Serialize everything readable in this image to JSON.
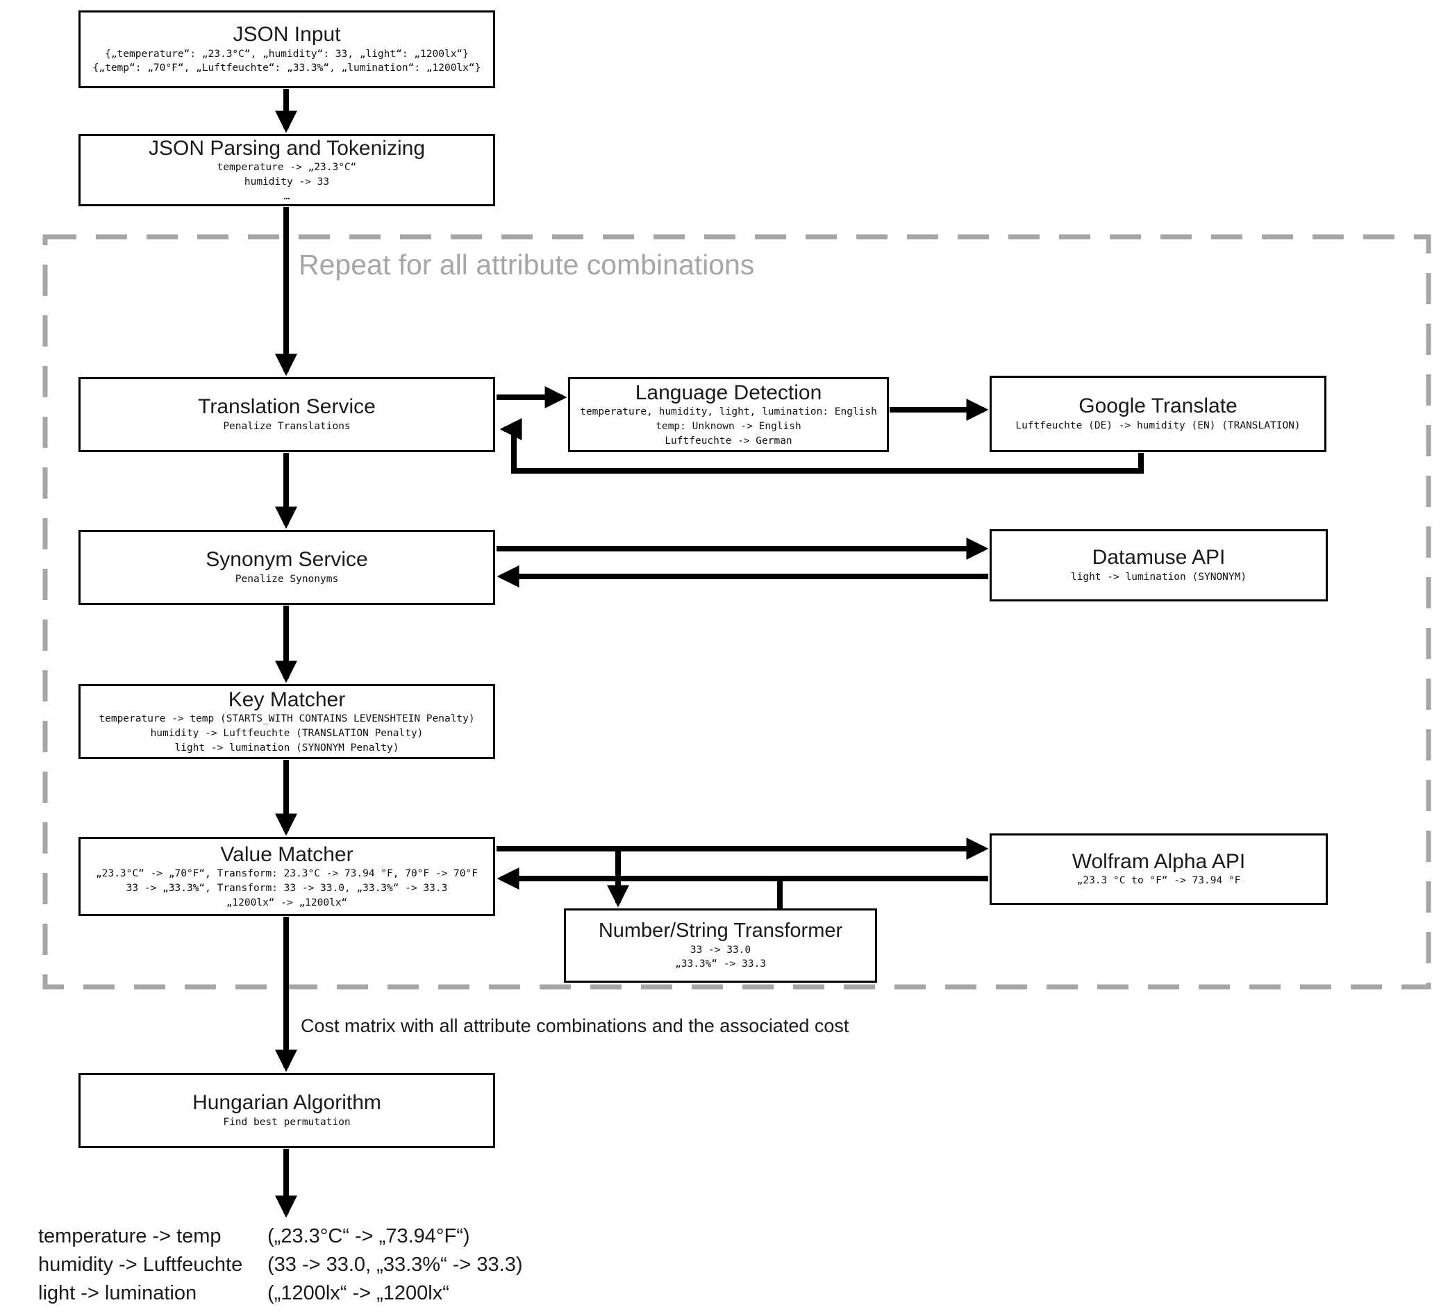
{
  "colors": {
    "box_border": "#000000",
    "box_background": "#ffffff",
    "text": "#1a1a1a",
    "arrow": "#000000",
    "container_border": "#a6a6a6",
    "container_label": "#a6a6a6"
  },
  "container_label": "Repeat for all attribute combinations",
  "boxes": {
    "json_input": {
      "title": "JSON Input",
      "lines": [
        "{„temperature“: „23.3°C“, „humidity“: 33, „light“: „1200lx“}",
        "{„temp“: „70°F“, „Luftfeuchte“: „33.3%“, „lumination“: „1200lx“}"
      ]
    },
    "json_parsing": {
      "title": "JSON Parsing and Tokenizing",
      "lines": [
        "temperature -> „23.3°C“",
        "humidity -> 33",
        "…"
      ]
    },
    "translation_service": {
      "title": "Translation Service",
      "lines": [
        "Penalize Translations"
      ]
    },
    "language_detection": {
      "title": "Language Detection",
      "lines": [
        "temperature, humidity, light, lumination: English",
        "temp: Unknown -> English",
        "Luftfeuchte -> German"
      ]
    },
    "google_translate": {
      "title": "Google Translate",
      "lines": [
        "Luftfeuchte (DE) -> humidity (EN) (TRANSLATION)"
      ]
    },
    "synonym_service": {
      "title": "Synonym Service",
      "lines": [
        "Penalize Synonyms"
      ]
    },
    "datamuse_api": {
      "title": "Datamuse API",
      "lines": [
        "light -> lumination (SYNONYM)"
      ]
    },
    "key_matcher": {
      "title": "Key Matcher",
      "lines": [
        "temperature -> temp (STARTS_WITH CONTAINS LEVENSHTEIN Penalty)",
        "humidity -> Luftfeuchte (TRANSLATION Penalty)",
        "light -> lumination (SYNONYM Penalty)"
      ]
    },
    "value_matcher": {
      "title": "Value Matcher",
      "lines": [
        "„23.3°C“ -> „70°F“, Transform: 23.3°C -> 73.94 °F, 70°F -> 70°F",
        "33 -> „33.3%“, Transform: 33 -> 33.0, „33.3%“ -> 33.3",
        "„1200lx“ -> „1200lx“"
      ]
    },
    "wolfram_alpha": {
      "title": "Wolfram Alpha API",
      "lines": [
        "„23.3 °C to °F“ -> 73.94 °F"
      ]
    },
    "number_string_transformer": {
      "title": "Number/String Transformer",
      "lines": [
        "33 -> 33.0",
        "„33.3%“ -> 33.3"
      ]
    },
    "hungarian_algorithm": {
      "title": "Hungarian Algorithm",
      "lines": [
        "Find best permutation"
      ]
    }
  },
  "edge_label": "Cost matrix with all attribute combinations and the associated cost",
  "output": {
    "rows": [
      {
        "mapping": "temperature -> temp",
        "values": "(„23.3°C“ -> „73.94°F“)"
      },
      {
        "mapping": "humidity -> Luftfeuchte",
        "values": "(33 -> 33.0, „33.3%“ -> 33.3)"
      },
      {
        "mapping": "light -> lumination",
        "values": "(„1200lx“ -> „1200lx“"
      }
    ]
  }
}
